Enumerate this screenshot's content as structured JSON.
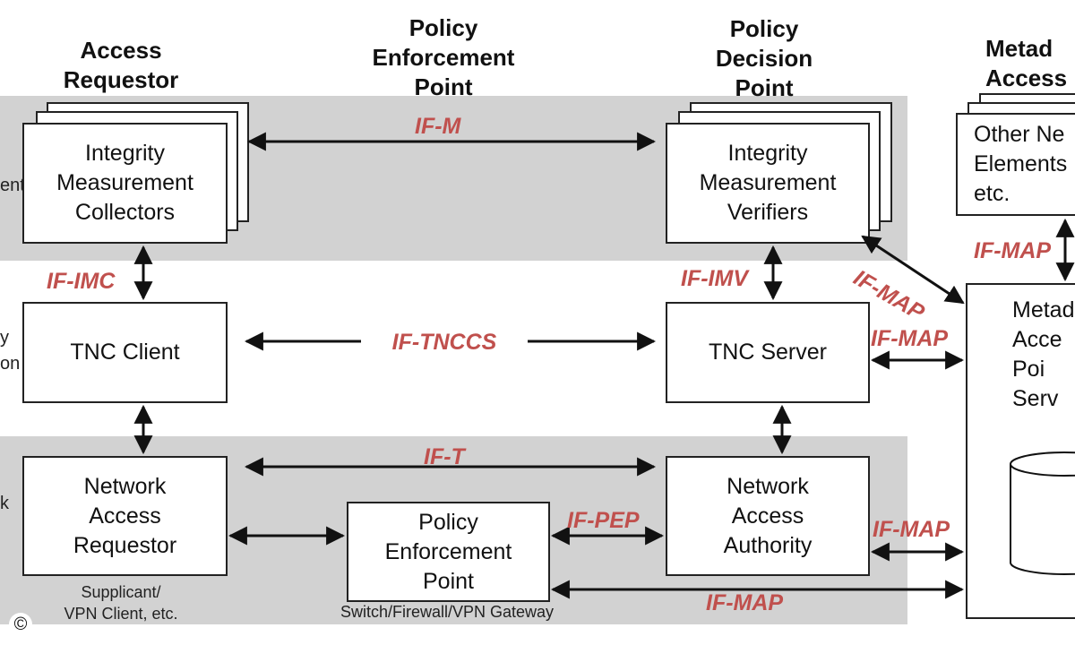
{
  "columns": {
    "access_requestor": "Access\nRequestor",
    "pep": "Policy\nEnforcement\nPoint",
    "pdp": "Policy\nDecision\nPoint",
    "map": "Metad\nAccess"
  },
  "edge_labels": {
    "top": "ent",
    "middle": "y\non",
    "bottom": "k"
  },
  "boxes": {
    "imc": "Integrity\nMeasurement\nCollectors",
    "imv": "Integrity\nMeasurement\nVerifiers",
    "other": "Other Ne\nElements\netc.",
    "tnc_client": "TNC Client",
    "tnc_server": "TNC Server",
    "nar": "Network\nAccess\nRequestor",
    "pep": "Policy\nEnforcement\nPoint",
    "naa": "Network\nAccess\nAuthority",
    "map_server": "Metad\nAcce\nPoi\nServ"
  },
  "subtitles": {
    "supplicant": "Supplicant/\nVPN Client, etc.",
    "switch": "Switch/Firewall/VPN Gateway"
  },
  "interfaces": {
    "if_m": "IF-M",
    "if_imc": "IF-IMC",
    "if_imv": "IF-IMV",
    "if_tnccs": "IF-TNCCS",
    "if_t": "IF-T",
    "if_pep": "IF-PEP",
    "if_map_other": "IF-MAP",
    "if_map_imv": "IF-MAP",
    "if_map_server": "IF-MAP",
    "if_map_naa": "IF-MAP",
    "if_map_pep": "IF-MAP"
  },
  "copyright": "©",
  "colors": {
    "interface_label": "#c0504d",
    "layer_band": "#d2d2d2",
    "border": "#222222"
  }
}
